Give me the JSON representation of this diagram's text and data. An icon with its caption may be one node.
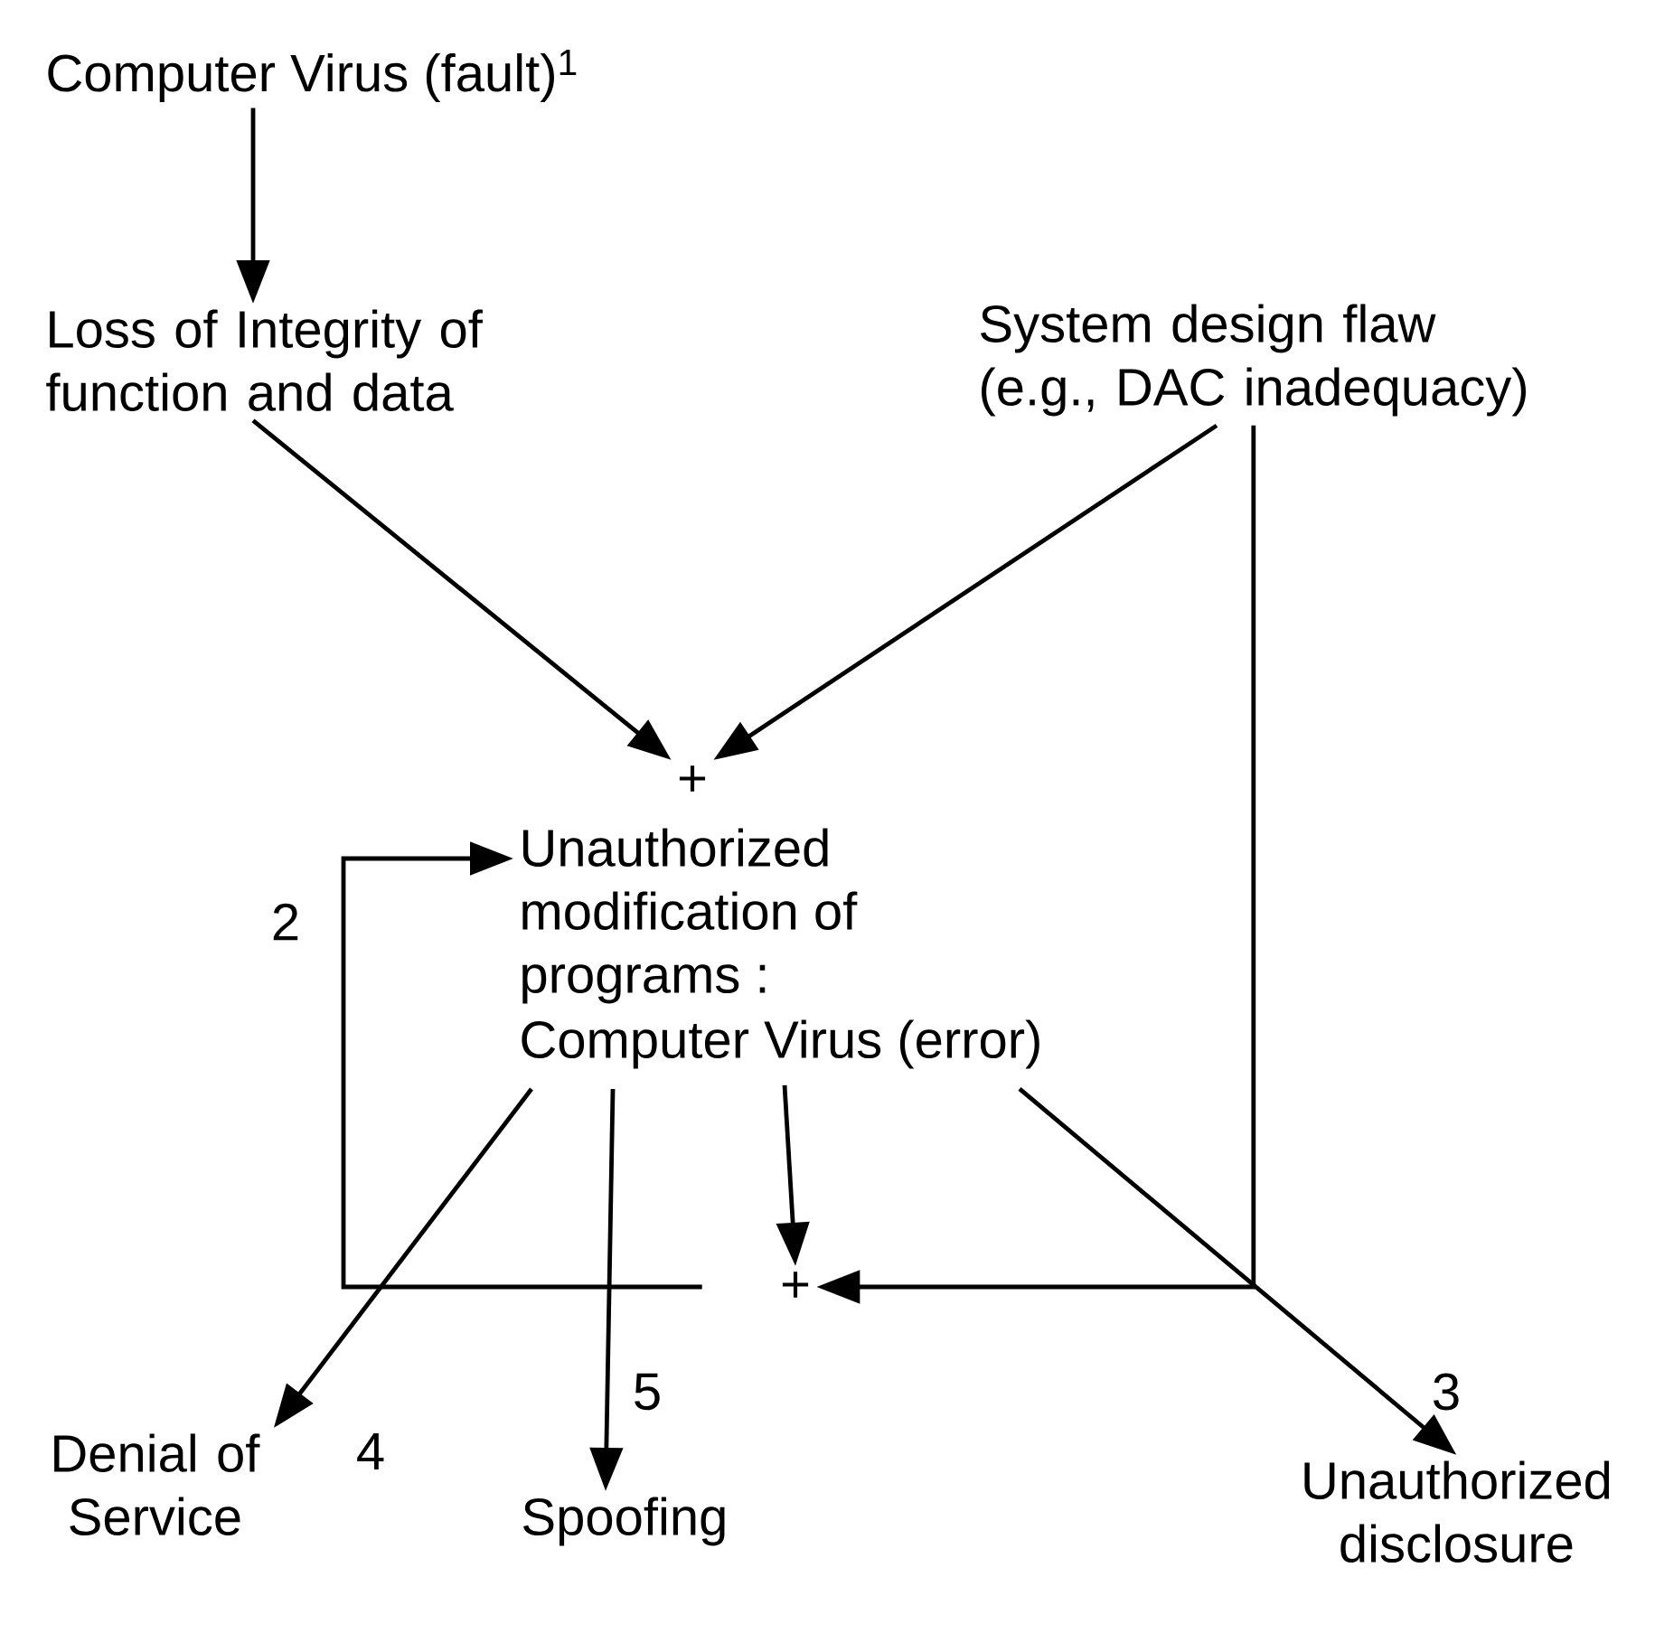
{
  "diagram": {
    "nodes": [
      {
        "text": [
          "Computer Virus (fault)$^{1}$"
        ]
      },
      {
        "text": [
          "Loss of Integrity of function and data"
        ]
      },
      {
        "text": [
          "System design flaw (e.g., DAC inadequacy)"
        ]
      },
      {
        "text": [
          "+"
        ]
      },
      {
        "text": [
          "Unauthorized modification of programs :",
          "Computer Virus (error)"
        ]
      },
      {
        "text": [
          "+"
        ]
      },
      {
        "text": [
          "Denial of Service"
        ]
      },
      {
        "text": [
          "Spoofing"
        ]
      },
      {
        "text": [
          "Unauthorized disclosure"
        ]
      }
    ],
    "edges": [
      {
        "from": 0,
        "to": 1,
        "arrow": "to"
      },
      {
        "from": 1,
        "to": 3,
        "arrow": "to"
      },
      {
        "from": 2,
        "to": 3,
        "arrow": "to"
      },
      {
        "from": 4,
        "to": 5,
        "arrow": "to"
      },
      {
        "from": 2,
        "to": 5,
        "arrow": "to"
      },
      {
        "from": 5,
        "to": 4,
        "arrow": "to",
        "label": "2"
      },
      {
        "from": 4,
        "to": 6,
        "arrow": "to",
        "label": "4"
      },
      {
        "from": 4,
        "to": 7,
        "arrow": "to",
        "label": "5"
      },
      {
        "from": 4,
        "to": 8,
        "arrow": "to",
        "label": "3"
      }
    ]
  }
}
